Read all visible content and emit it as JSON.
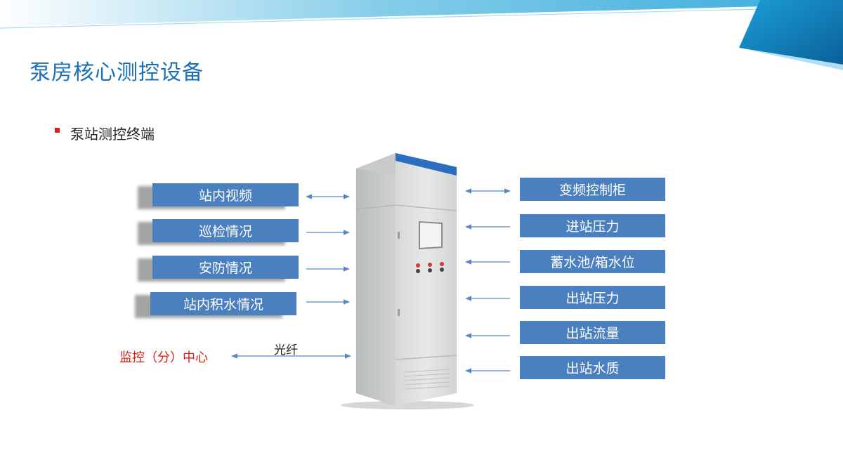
{
  "slide": {
    "title": "泵房核心测控设备",
    "bullet": "泵站测控终端",
    "colors": {
      "title": "#1a6fb5",
      "box": "#4a7fc0",
      "arrow": "#5b86c4",
      "bullet": "#e0201b",
      "center_label": "#d91e18"
    }
  },
  "left_inputs": [
    "站内视频",
    "巡检情况",
    "安防情况",
    "站内积水情况"
  ],
  "right_inputs": [
    "变频控制柜",
    "进站压力",
    "蓄水池/箱水位",
    "出站压力",
    "出站流量",
    "出站水质"
  ],
  "center": {
    "label": "监控（分）中心",
    "link_label": "光纤"
  }
}
